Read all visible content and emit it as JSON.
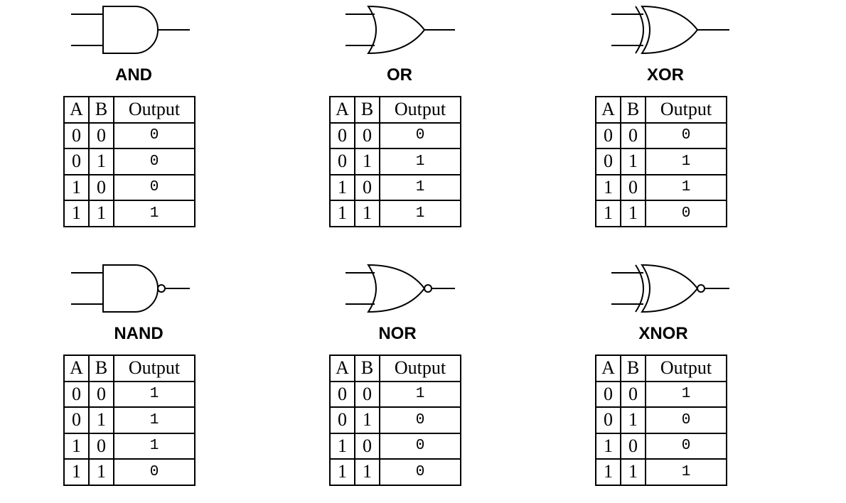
{
  "gates": [
    {
      "id": "and",
      "name": "AND",
      "icon": "and-gate-icon",
      "headers": [
        "A",
        "B",
        "Output"
      ],
      "rows": [
        [
          "0",
          "0",
          "0"
        ],
        [
          "0",
          "1",
          "0"
        ],
        [
          "1",
          "0",
          "0"
        ],
        [
          "1",
          "1",
          "1"
        ]
      ]
    },
    {
      "id": "or",
      "name": "OR",
      "icon": "or-gate-icon",
      "headers": [
        "A",
        "B",
        "Output"
      ],
      "rows": [
        [
          "0",
          "0",
          "0"
        ],
        [
          "0",
          "1",
          "1"
        ],
        [
          "1",
          "0",
          "1"
        ],
        [
          "1",
          "1",
          "1"
        ]
      ]
    },
    {
      "id": "xor",
      "name": "XOR",
      "icon": "xor-gate-icon",
      "headers": [
        "A",
        "B",
        "Output"
      ],
      "rows": [
        [
          "0",
          "0",
          "0"
        ],
        [
          "0",
          "1",
          "1"
        ],
        [
          "1",
          "0",
          "1"
        ],
        [
          "1",
          "1",
          "0"
        ]
      ]
    },
    {
      "id": "nand",
      "name": "NAND",
      "icon": "nand-gate-icon",
      "headers": [
        "A",
        "B",
        "Output"
      ],
      "rows": [
        [
          "0",
          "0",
          "1"
        ],
        [
          "0",
          "1",
          "1"
        ],
        [
          "1",
          "0",
          "1"
        ],
        [
          "1",
          "1",
          "0"
        ]
      ]
    },
    {
      "id": "nor",
      "name": "NOR",
      "icon": "nor-gate-icon",
      "headers": [
        "A",
        "B",
        "Output"
      ],
      "rows": [
        [
          "0",
          "0",
          "1"
        ],
        [
          "0",
          "1",
          "0"
        ],
        [
          "1",
          "0",
          "0"
        ],
        [
          "1",
          "1",
          "0"
        ]
      ]
    },
    {
      "id": "xnor",
      "name": "XNOR",
      "icon": "xnor-gate-icon",
      "headers": [
        "A",
        "B",
        "Output"
      ],
      "rows": [
        [
          "0",
          "0",
          "1"
        ],
        [
          "0",
          "1",
          "0"
        ],
        [
          "1",
          "0",
          "0"
        ],
        [
          "1",
          "1",
          "1"
        ]
      ]
    }
  ]
}
